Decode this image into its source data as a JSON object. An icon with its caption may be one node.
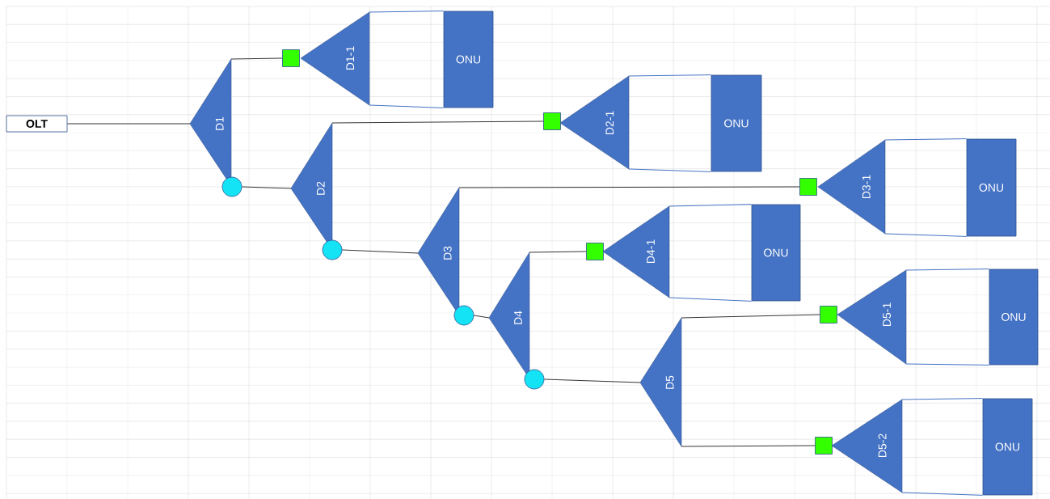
{
  "diagram": {
    "nodes": [
      {
        "text": [
          "OLT"
        ]
      },
      {
        "text": [
          "D1"
        ]
      },
      {
        "text": [
          "D2"
        ]
      },
      {
        "text": [
          "D3"
        ]
      },
      {
        "text": [
          "D4"
        ]
      },
      {
        "text": [
          "D5"
        ]
      },
      {
        "text": [
          "D1-1"
        ]
      },
      {
        "text": [
          "D2-1"
        ]
      },
      {
        "text": [
          "D3-1"
        ]
      },
      {
        "text": [
          "D4-1"
        ]
      },
      {
        "text": [
          "D5-1"
        ]
      },
      {
        "text": [
          "D5-2"
        ]
      },
      {
        "text": [
          "ONU"
        ]
      },
      {
        "text": [
          "ONU"
        ]
      },
      {
        "text": [
          "ONU"
        ]
      },
      {
        "text": [
          "ONU"
        ]
      },
      {
        "text": [
          "ONU"
        ]
      },
      {
        "text": [
          "ONU"
        ]
      },
      {
        "text": [],
        "shape": "box"
      },
      {
        "text": [],
        "shape": "box"
      },
      {
        "text": [],
        "shape": "box"
      },
      {
        "text": [],
        "shape": "box"
      },
      {
        "text": [],
        "shape": "box"
      },
      {
        "text": [],
        "shape": "box"
      },
      {
        "text": [],
        "shape": "circle"
      },
      {
        "text": [],
        "shape": "circle"
      },
      {
        "text": [],
        "shape": "circle"
      },
      {
        "text": [],
        "shape": "circle"
      }
    ],
    "edges": [
      {
        "from": 0,
        "to": 1,
        "arrow": "none",
        "color": "#333333"
      },
      {
        "from": 1,
        "to": 18,
        "arrow": "none",
        "color": "#333333"
      },
      {
        "from": 24,
        "to": 2,
        "arrow": "none",
        "color": "#333333"
      },
      {
        "from": 2,
        "to": 19,
        "arrow": "none",
        "color": "#333333"
      },
      {
        "from": 25,
        "to": 3,
        "arrow": "none",
        "color": "#333333"
      },
      {
        "from": 3,
        "to": 20,
        "arrow": "none",
        "color": "#333333"
      },
      {
        "from": 26,
        "to": 4,
        "arrow": "none",
        "color": "#333333"
      },
      {
        "from": 4,
        "to": 21,
        "arrow": "none",
        "color": "#333333"
      },
      {
        "from": 27,
        "to": 5,
        "arrow": "none",
        "color": "#333333"
      },
      {
        "from": 5,
        "to": 22,
        "arrow": "none",
        "color": "#333333"
      },
      {
        "from": 5,
        "to": 23,
        "arrow": "none",
        "color": "#333333"
      },
      {
        "from": 6,
        "to": 12,
        "arrow": "none",
        "color": "#4472c4"
      },
      {
        "from": 6,
        "to": 12,
        "arrow": "none",
        "color": "#4472c4"
      },
      {
        "from": 7,
        "to": 13,
        "arrow": "none",
        "color": "#4472c4"
      },
      {
        "from": 7,
        "to": 13,
        "arrow": "none",
        "color": "#4472c4"
      },
      {
        "from": 8,
        "to": 14,
        "arrow": "none",
        "color": "#4472c4"
      },
      {
        "from": 8,
        "to": 14,
        "arrow": "none",
        "color": "#4472c4"
      },
      {
        "from": 9,
        "to": 15,
        "arrow": "none",
        "color": "#4472c4"
      },
      {
        "from": 9,
        "to": 15,
        "arrow": "none",
        "color": "#4472c4"
      },
      {
        "from": 10,
        "to": 16,
        "arrow": "none",
        "color": "#4472c4"
      },
      {
        "from": 10,
        "to": 16,
        "arrow": "none",
        "color": "#4472c4"
      },
      {
        "from": 11,
        "to": 17,
        "arrow": "none",
        "color": "#4472c4"
      },
      {
        "from": 11,
        "to": 17,
        "arrow": "none",
        "color": "#4472c4"
      }
    ]
  }
}
